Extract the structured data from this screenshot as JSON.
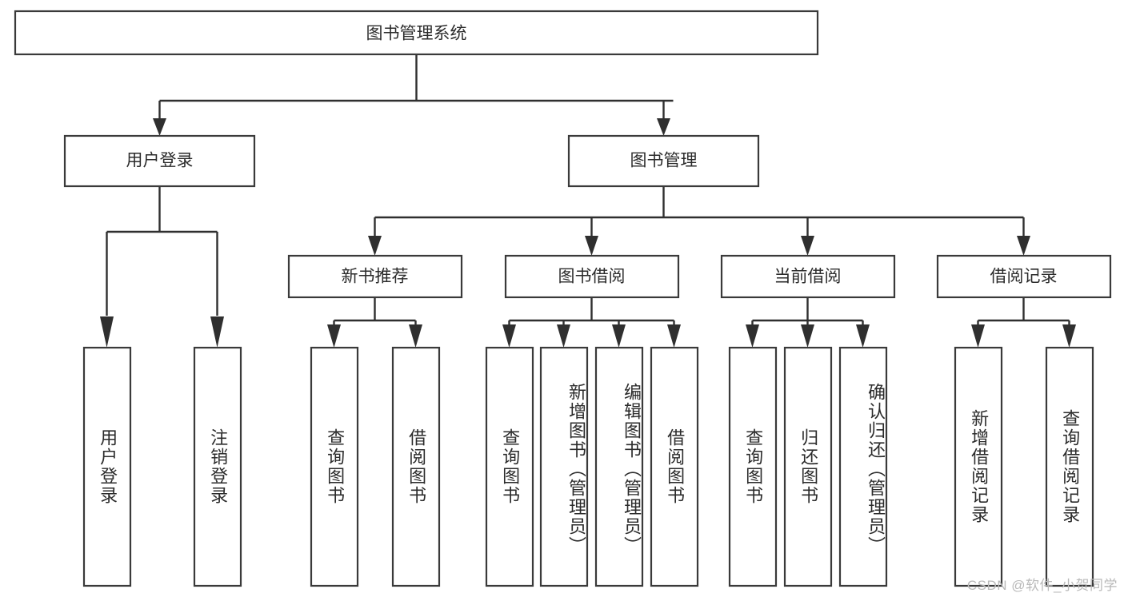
{
  "diagram": {
    "title": "图书管理系统",
    "type": "tree-hierarchy-chart",
    "colors": {
      "background": "#ffffff",
      "box_stroke": "#3a3a3a",
      "box_fill": "#ffffff",
      "connector": "#2f2f2f",
      "text": "#2b2b2b",
      "watermark": "#b9b9b9"
    },
    "root": {
      "label": "图书管理系统"
    },
    "level2": [
      {
        "label": "用户登录"
      },
      {
        "label": "图书管理"
      }
    ],
    "level3": [
      {
        "label": "新书推荐"
      },
      {
        "label": "图书借阅"
      },
      {
        "label": "当前借阅"
      },
      {
        "label": "借阅记录"
      }
    ],
    "leaves": {
      "user_login": [
        {
          "label": "用户登录"
        },
        {
          "label": "注销登录"
        }
      ],
      "new_book_recommend": [
        {
          "label": "查询图书"
        },
        {
          "label": "借阅图书"
        }
      ],
      "book_borrow": [
        {
          "label": "查询图书"
        },
        {
          "label": "新增图书（管理员）"
        },
        {
          "label": "编辑图书（管理员）"
        },
        {
          "label": "借阅图书"
        }
      ],
      "current_borrow": [
        {
          "label": "查询图书"
        },
        {
          "label": "归还图书"
        },
        {
          "label": "确认归还（管理员）"
        }
      ],
      "borrow_record": [
        {
          "label": "新增借阅记录"
        },
        {
          "label": "查询借阅记录"
        }
      ]
    },
    "watermark": "CSDN @软件_小贺同学"
  }
}
